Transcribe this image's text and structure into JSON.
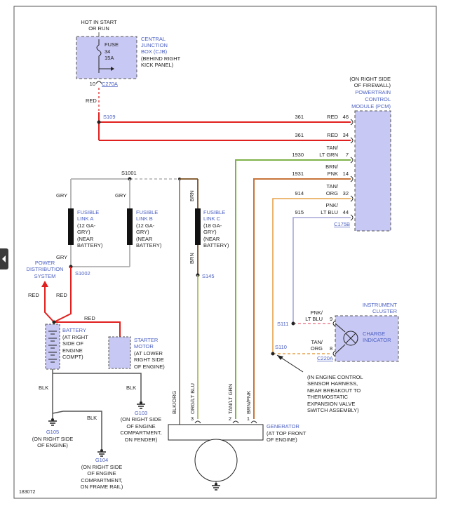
{
  "cjb": {
    "hot": [
      "HOT IN START",
      "OR RUN"
    ],
    "fuse": [
      "FUSE",
      "34",
      "15A"
    ],
    "label": [
      "CENTRAL",
      "JUNCTION",
      "BOX (CJB)",
      "(BEHIND RIGHT",
      "KICK PANEL)"
    ],
    "pin": "10",
    "connector": "C270A",
    "wire": "RED"
  },
  "splices": {
    "s109": "S109",
    "s1001": "S1001",
    "s1002": "S1002",
    "s145": "S145",
    "s111": "S111",
    "s110": "S110"
  },
  "pcm": {
    "label": [
      "(ON RIGHT SIDE",
      "OF FIREWALL)",
      "POWERTRAIN",
      "CONTROL",
      "MODULE (PCM)"
    ],
    "connector": "C175B",
    "circuits": [
      {
        "num": "361",
        "color": [
          "RED"
        ],
        "pin": "46"
      },
      {
        "num": "361",
        "color": [
          "RED"
        ],
        "pin": "34"
      },
      {
        "num": "1930",
        "color": [
          "TAN/",
          "LT GRN"
        ],
        "pin": "7"
      },
      {
        "num": "1931",
        "color": [
          "BRN/",
          "PNK"
        ],
        "pin": "14"
      },
      {
        "num": "914",
        "color": [
          "TAN/",
          "ORG"
        ],
        "pin": "32"
      },
      {
        "num": "915",
        "color": [
          "PNK/",
          "LT BLU"
        ],
        "pin": "44"
      }
    ]
  },
  "wire_labels": {
    "gry": "GRY",
    "brn": "BRN",
    "red": "RED",
    "blk": "BLK"
  },
  "fusible": {
    "a": [
      "FUSIBLE",
      "LINK A",
      "(12 GA-",
      "GRY)",
      "(NEAR",
      "BATTERY)"
    ],
    "b": [
      "FUSIBLE",
      "LINK B",
      "(12 GA-",
      "GRY)",
      "(NEAR",
      "BATTERY)"
    ],
    "c": [
      "FUSIBLE",
      "LINK C",
      "(18 GA-",
      "GRY)",
      "(NEAR",
      "BATTERY)"
    ]
  },
  "power_dist": [
    "POWER",
    "DISTRIBUTION",
    "SYSTEM"
  ],
  "battery": [
    "BATTERY",
    "(AT RIGHT",
    "SIDE OF",
    "ENGINE",
    "COMPT)"
  ],
  "starter": [
    "STARTER",
    "MOTOR",
    "(AT LOWER",
    "RIGHT SIDE",
    "OF ENGINE)"
  ],
  "grounds": {
    "g105": [
      "G105",
      "(ON RIGHT SIDE",
      "OF ENGINE)"
    ],
    "g103": [
      "G103",
      "(ON RIGHT SIDE",
      "OF ENGINE",
      "COMPARTMENT,",
      "ON FENDER)"
    ],
    "g104": [
      "G104",
      "(ON RIGHT SIDE",
      "OF ENGINE",
      "COMPARTMENT,",
      "ON FRAME RAIL)"
    ]
  },
  "ic": {
    "label": [
      "INSTRUMENT",
      "CLUSTER"
    ],
    "indicator": [
      "CHARGE",
      "INDICATOR"
    ],
    "connector": "C220A",
    "circuits": [
      {
        "color": [
          "PNK/",
          "LT BLU"
        ],
        "pin": "9"
      },
      {
        "color": [
          "TAN/",
          "ORG"
        ],
        "pin": "8"
      }
    ]
  },
  "harness_note": [
    "(IN ENGINE CONTROL",
    "SENSOR HARNESS,",
    "NEAR BREAKOUT TO",
    "THERMOSTATIC",
    "EXPANSION VALVE",
    "SWITCH ASSEMBLY)"
  ],
  "generator": {
    "label": [
      "GENERATOR",
      "(AT TOP FRONT",
      "OF ENGINE)"
    ],
    "pins": [
      "3",
      "2",
      "1"
    ],
    "wires": [
      "BLK/ORG",
      "ORG/LT BLU",
      "TAN/LT GRN",
      "BRN/PNK"
    ]
  },
  "figure_number": "183072",
  "colors": {
    "red": "#e0201e",
    "gry": "#b0b0b0",
    "brn": "#7a4e1e",
    "tan_ltgrn": "#7fb24a",
    "brn_pnk": "#c8743a",
    "tan_org": "#e6a24a",
    "pnk_ltblu": "#a7a7d8",
    "pnk_dash": "#ee7f8f",
    "blk": "#333333",
    "component": "#c8c8f4"
  }
}
